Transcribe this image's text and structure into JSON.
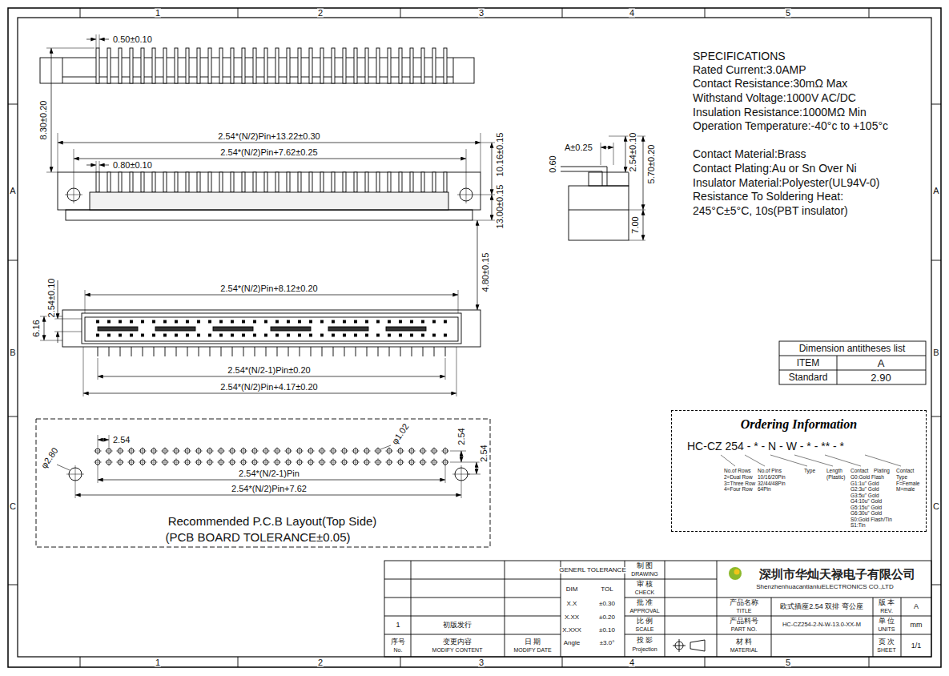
{
  "diagram": {
    "nodes": [
      {
        "text": [
          "Ordering Information"
        ]
      }
    ],
    "labels": [
      "1",
      "2",
      "3",
      "4",
      "5",
      "A",
      "A",
      "B",
      "B",
      "C",
      "C",
      "1",
      "2",
      "3",
      "4",
      "5",
      "0.50±0.10",
      "8.30±0.20",
      "2.54*(N/2)Pin+13.22±0.30",
      "2.54*(N/2)Pin+7.62±0.25",
      "0.80±0.10",
      "10.16±0.15",
      "13.00±0.15",
      "4.80±0.15",
      "A±0.25",
      "0.60",
      "2.54±0.10",
      "5.70±0.20",
      "7.00",
      "2.54*(N/2)Pin+8.12±0.20",
      "2.54±0.10",
      "6.16",
      "2.54*(N/2-1)Pin±0.20",
      "2.54*(N/2)Pin+4.17±0.20",
      "2.54",
      "φ1.02",
      "2.54",
      "2.54",
      "φ2.80",
      "2.54*(N/2-1)Pin",
      "2.54*(N/2)Pin+7.62",
      "Recommended P.C.B Layout(Top Side)",
      "(PCB BOARD TOLERANCE±0.05)",
      "SPECIFICATIONS",
      "Rated Current:3.0AMP",
      "Contact Resistance:30mΩ Max",
      "Withstand Voltage:1000V AC/DC",
      "Insulation Resistance:1000MΩ Min",
      "Operation Temperature:-40°c to +105°c",
      "Contact Material:Brass",
      "Contact Plating:Au or Sn Over Ni",
      "Insulator Material:Polyester(UL94V-0)",
      "Resistance To Soldering Heat:",
      "245°C±5°C, 10s(PBT insulator)",
      "Dimension antitheses list",
      "ITEM",
      "A",
      "Standard",
      "2.90",
      "HC-CZ 254 - * - N - W - * - ** - *",
      "No.of Rows",
      "2=Dual Row",
      "3=Three Row",
      "4=Four Row",
      "No.of Pins",
      "10/16/20Pin",
      "32/44/48Pin",
      "64Pin",
      "Type",
      "Length",
      "(Plastic)",
      "Contact",
      "Plating",
      "G0:Gold Flash",
      "G1:1u\" Gold",
      "G2:3u\" Gold",
      "G3:5u\" Gold",
      "G4:10u\" Gold",
      "G5:15u\" Gold",
      "G6:30u\" Gold",
      "S0:Gold Flash/Tin",
      "S1:Tin",
      "Contact",
      "Type",
      "F=Female",
      "M=male",
      "GENERL TOLERANCE",
      "DIM",
      "TOL",
      "X.X",
      "±0.30",
      "X.XX",
      "±0.20",
      "X.XXX",
      "±0.10",
      "Angle",
      "±3.0°",
      "制 图",
      "DRAWING",
      "审 核",
      "CHECK",
      "批 准",
      "APPROVAL",
      "比 例",
      "SCALE",
      "投 影",
      "Projection",
      "深圳市华灿天禄电子有限公司",
      "ShenzhenhuacantianluELECTRONICS CO.,LTD",
      "产品名称",
      "TITLE",
      "欧式插座2.54 双排 弯公座",
      "版 本",
      "REV.",
      "A",
      "产品料号",
      "PART NO.",
      "HC-CZ254-2-N-W-13.0-XX-M",
      "单 位",
      "UNITS",
      "mm",
      "材 料",
      "MATERIAL",
      "页 次",
      "SHEET",
      "1/1",
      "1",
      "初版发行",
      "序号",
      "No.",
      "变更内容",
      "MODIFY CONTENT",
      "日 期",
      "MODIFY DATE"
    ]
  }
}
